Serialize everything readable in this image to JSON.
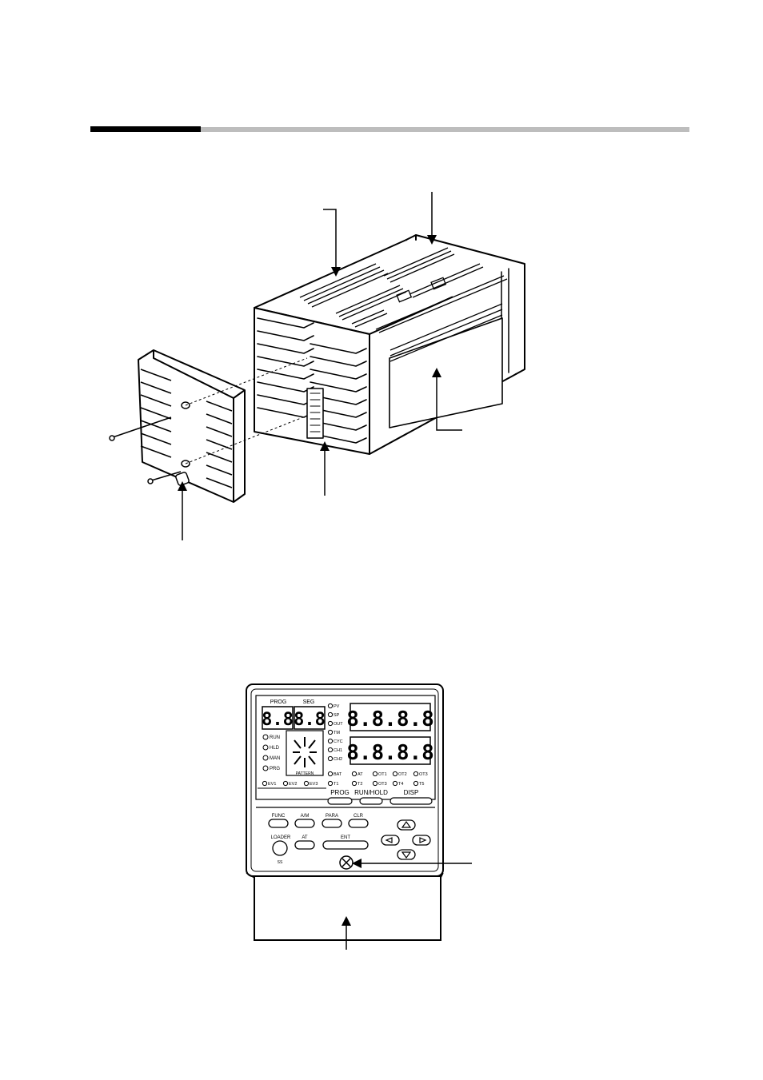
{
  "header": {
    "accent": "#000000",
    "rule": "#bdbdbd"
  },
  "front_panel": {
    "display_labels": {
      "prog": "PROG",
      "seg": "SEG",
      "pattern": "PATTERN"
    },
    "digits": {
      "prog": "8.8",
      "seg": "8.8",
      "upper": "8.8.8.8",
      "lower": "8.8.8.8"
    },
    "left_leds": [
      "RUN",
      "HLD",
      "MAN",
      "PRG"
    ],
    "right_leds": [
      "PV",
      "SP",
      "OUT",
      "TM",
      "CYC",
      "CH1",
      "CH2"
    ],
    "status_row1": [
      "BAT",
      "AT",
      "OT1",
      "OT2",
      "OT3"
    ],
    "status_row2": [
      "T1",
      "T2",
      "OT3",
      "T4",
      "T5"
    ],
    "event_leds": [
      "EV1",
      "EV2",
      "EV3"
    ],
    "key_labels_row": [
      "PROG",
      "RUN/HOLD",
      "DISP"
    ],
    "keys": {
      "func": "FUNC",
      "am": "A/M",
      "para": "PARA",
      "clr": "CLR",
      "at": "AT",
      "ent": "ENT",
      "loader": "LOADER",
      "loader_sub": "SS"
    }
  }
}
